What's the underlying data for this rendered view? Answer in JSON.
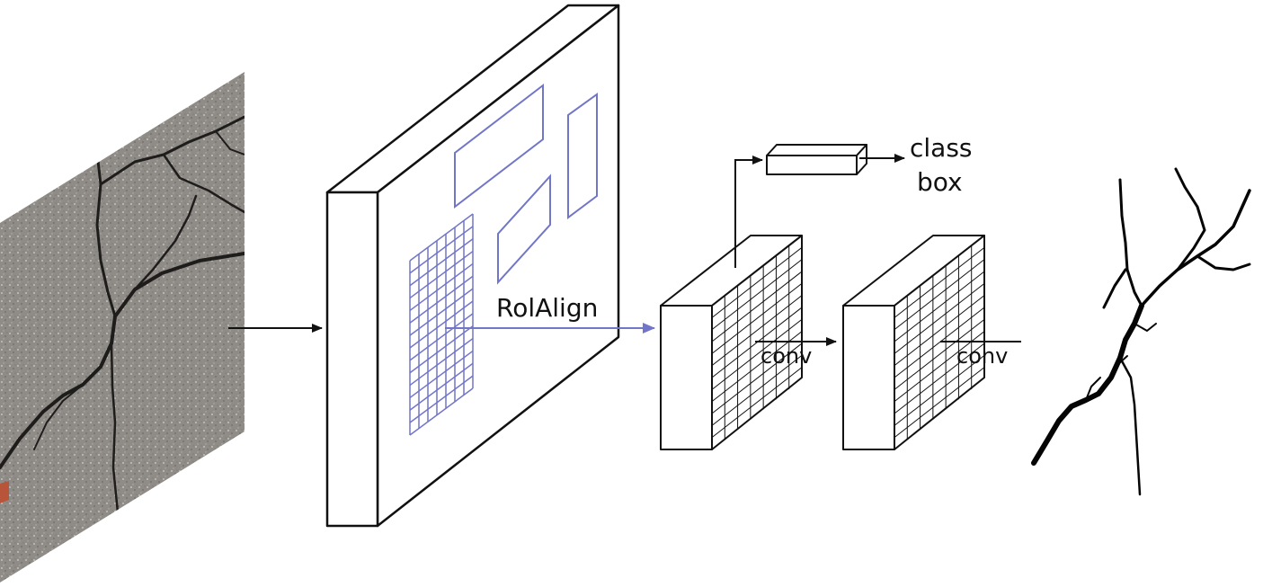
{
  "labels": {
    "roialign": "RolAlign",
    "conv_1": "conv",
    "conv_2": "conv",
    "class": "class",
    "box": "box"
  },
  "colors": {
    "roi": "#7276c8",
    "line": "#111111",
    "crack_bg": "#8d8a87"
  }
}
